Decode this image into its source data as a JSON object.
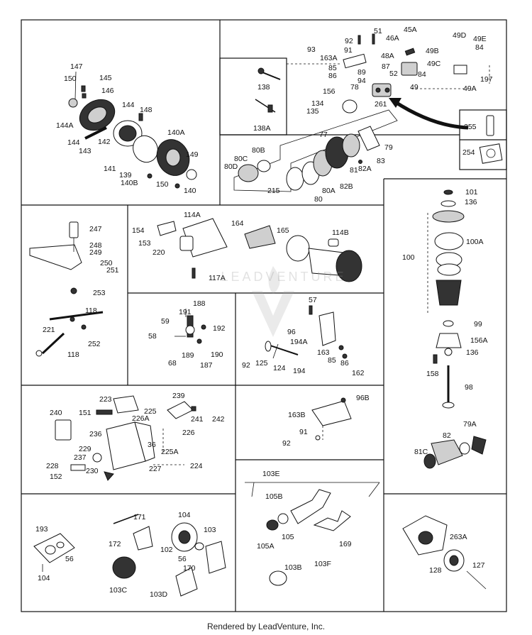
{
  "footer_text": "Rendered by LeadVenture, Inc.",
  "watermark_text": "LEADVENTURE",
  "labels": {
    "p150": "150",
    "p147": "147",
    "p145": "145",
    "p146": "146",
    "p144": "144",
    "p148": "148",
    "p144A": "144A",
    "p144b": "144",
    "p143": "143",
    "p142": "142",
    "p140A": "140A",
    "p149": "149",
    "p141": "141",
    "p139": "139",
    "p140B": "140B",
    "p150b": "150",
    "p140": "140",
    "p93": "93",
    "p92": "92",
    "p51": "51",
    "p45A": "45A",
    "p46A": "46A",
    "p49D": "49D",
    "p49E": "49E",
    "p84": "84",
    "p163A": "163A",
    "p91": "91",
    "p48A": "48A",
    "p49B": "49B",
    "p85": "85",
    "p87": "87",
    "p86": "86",
    "p89": "89",
    "p52": "52",
    "p84b": "84",
    "p49C": "49C",
    "p138": "138",
    "p94": "94",
    "p78": "78",
    "p49": "49",
    "p49A": "49A",
    "p197": "197",
    "p156": "156",
    "p134": "134",
    "p261": "261",
    "p135": "135",
    "p138A": "138A",
    "p255": "255",
    "p254": "254",
    "p77": "77",
    "p79": "79",
    "p80B": "80B",
    "p80C": "80C",
    "p80D": "80D",
    "p81": "81",
    "p82A": "82A",
    "p83": "83",
    "p82B": "82B",
    "p215": "215",
    "p80A": "80A",
    "p80": "80",
    "p101": "101",
    "p136": "136",
    "p100A": "100A",
    "p100": "100",
    "p99": "99",
    "p156A": "156A",
    "p136b": "136",
    "p158": "158",
    "p98": "98",
    "p79A": "79A",
    "p82": "82",
    "p81C": "81C",
    "p247": "247",
    "p248": "248",
    "p249": "249",
    "p250": "250",
    "p251": "251",
    "p253": "253",
    "p118": "118",
    "p221": "221",
    "p252": "252",
    "p118b": "118",
    "p154": "154",
    "p114A": "114A",
    "p164": "164",
    "p165": "165",
    "p114B": "114B",
    "p153": "153",
    "p220": "220",
    "p117A": "117A",
    "p188": "188",
    "p191": "191",
    "p59": "59",
    "p192": "192",
    "p58": "58",
    "p189": "189",
    "p190": "190",
    "p68": "68",
    "p187": "187",
    "p57": "57",
    "p96": "96",
    "p194A": "194A",
    "p163": "163",
    "p85b": "85",
    "p92b": "92",
    "p125": "125",
    "p124": "124",
    "p194": "194",
    "p86b": "86",
    "p162": "162",
    "p223": "223",
    "p239": "239",
    "p151": "151",
    "p225": "225",
    "p240": "240",
    "p226A": "226A",
    "p241": "241",
    "p242": "242",
    "p236": "236",
    "p226": "226",
    "p229": "229",
    "p36": "36",
    "p237": "237",
    "p225A": "225A",
    "p228": "228",
    "p230": "230",
    "p227": "227",
    "p224": "224",
    "p152": "152",
    "p96B": "96B",
    "p163B": "163B",
    "p91b": "91",
    "p92c": "92",
    "p103E": "103E",
    "p105B": "105B",
    "p169": "169",
    "p105A": "105A",
    "p105": "105",
    "p103F": "103F",
    "p103B": "103B",
    "p193": "193",
    "p56": "56",
    "p104": "104",
    "p171": "171",
    "p104b": "104",
    "p172": "172",
    "p103": "103",
    "p102": "102",
    "p56b": "56",
    "p170": "170",
    "p103C": "103C",
    "p103D": "103D",
    "p263A": "263A",
    "p128": "128",
    "p127": "127"
  }
}
